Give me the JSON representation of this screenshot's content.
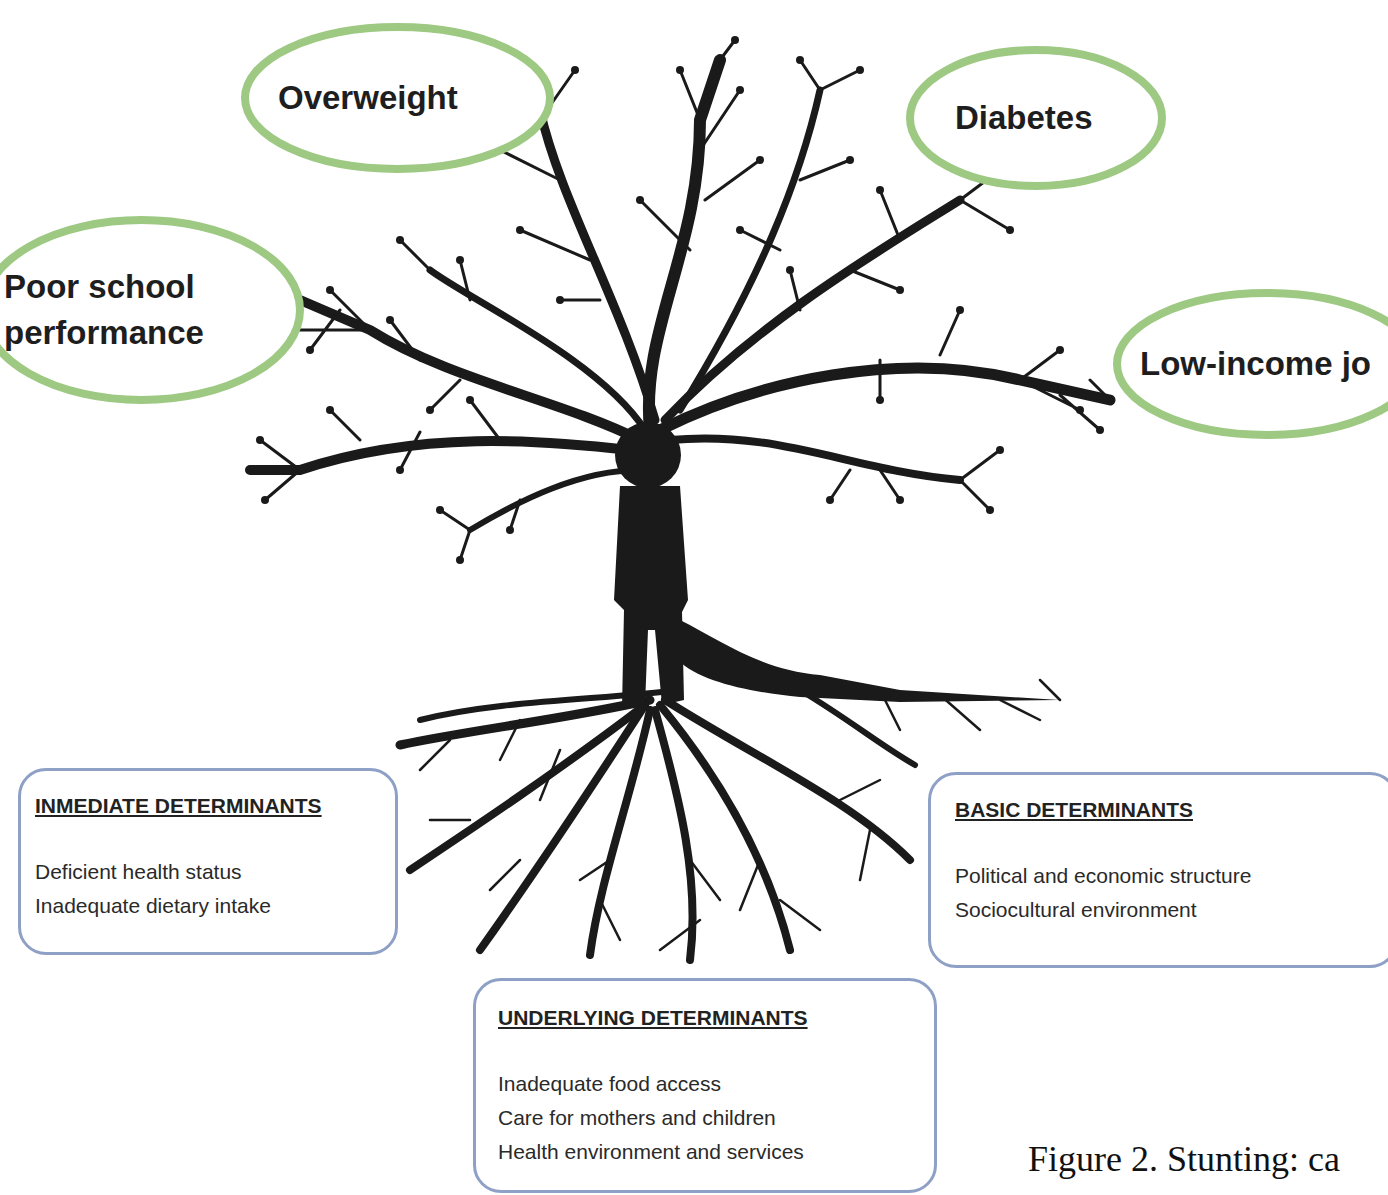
{
  "diagram": {
    "caption": "Figure 2. Stunting: ca",
    "nodes": [
      {
        "text": [
          "Overweight"
        ]
      },
      {
        "text": [
          "Diabetes"
        ]
      },
      {
        "text": [
          "Poor school performance"
        ]
      },
      {
        "text": [
          "Low-income jo"
        ]
      },
      {
        "text": [
          "INMEDIATE DETERMINANTS",
          "Deficient health status",
          "Inadequate dietary intake"
        ]
      },
      {
        "text": [
          "BASIC DETERMINANTS",
          "Political and economic structure",
          "Sociocultural environment"
        ]
      },
      {
        "text": [
          "UNDERLYING DETERMINANTS",
          "Inadequate food access",
          "Care for mothers and children",
          "Health environment and services"
        ]
      }
    ]
  }
}
